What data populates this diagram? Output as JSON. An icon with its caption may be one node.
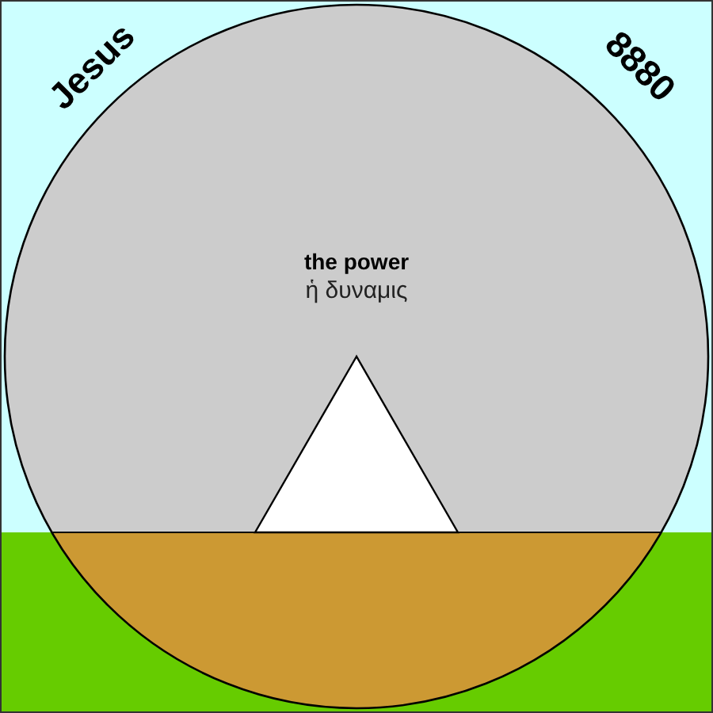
{
  "diagram": {
    "nodes": [
      {
        "text": [
          "the power",
          "ἡ δυναμις"
        ]
      },
      {
        "text": [],
        "shape": "triangle",
        "in": 0
      }
    ],
    "labels": [
      "Jesus",
      "8880"
    ]
  }
}
